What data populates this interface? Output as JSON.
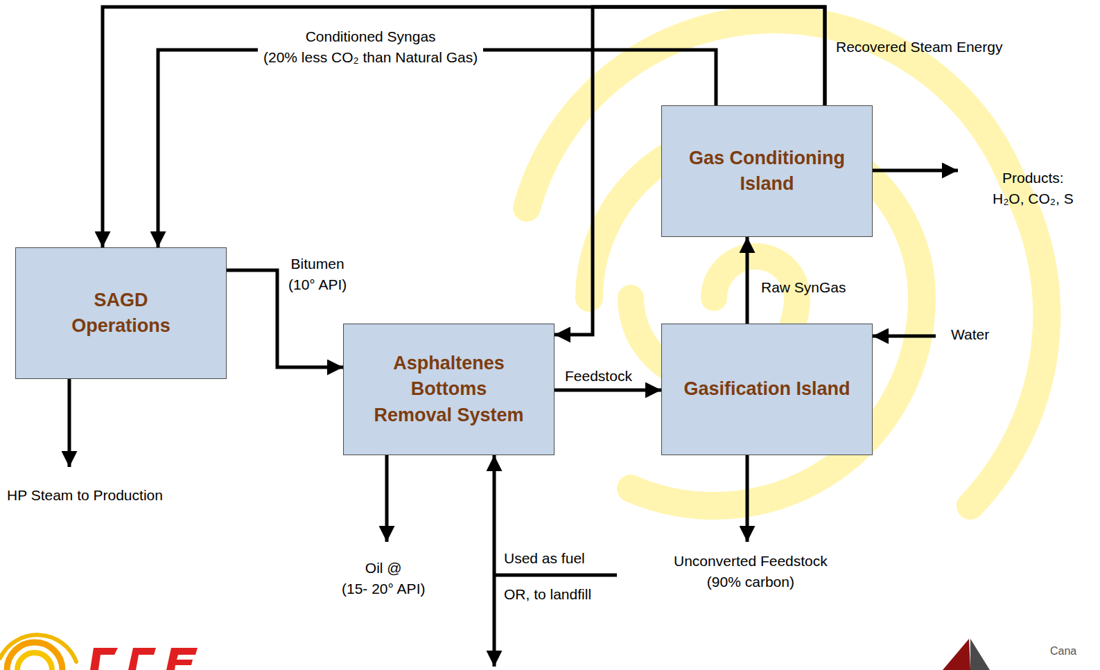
{
  "diagram": {
    "nodes": [
      {
        "text": [
          "SAGD Operations"
        ]
      },
      {
        "text": [
          "Asphaltenes Bottoms Removal System"
        ]
      },
      {
        "text": [
          "Gasification Island"
        ]
      },
      {
        "text": [
          "Gas Conditioning Island"
        ]
      }
    ],
    "edges": [
      {
        "from": 0,
        "to": 1,
        "label": "Bitumen (10° API)",
        "arrow": "to"
      },
      {
        "from": 1,
        "to": 2,
        "label": "Feedstock",
        "arrow": "to"
      },
      {
        "from": 2,
        "to": 3,
        "label": "Raw SynGas",
        "arrow": "to"
      },
      {
        "from": 3,
        "to": 0,
        "label": "Conditioned Syngas (20% less CO₂ than Natural Gas)",
        "arrow": "to"
      },
      {
        "from": 3,
        "to": 0,
        "label": "Recovered Steam Energy",
        "arrow": "to"
      },
      {
        "from": 3,
        "to": 1,
        "arrow": "to"
      }
    ],
    "labels": [
      "HP Steam to Production",
      "Oil @ (15- 20° API)",
      "Used as fuel",
      "OR, to landfill",
      "Unconverted Feedstock (90% carbon)",
      "Products: H₂O, CO₂, S",
      "Water",
      "Cana"
    ]
  }
}
